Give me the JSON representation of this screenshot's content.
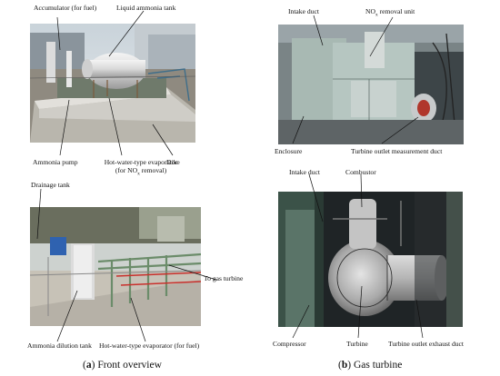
{
  "panel_a": {
    "top_labels": {
      "accumulator": "Accumulator (for fuel)",
      "liquid_ammonia_tank": "Liquid ammonia tank",
      "ammonia_pump": "Ammonia pump",
      "hot_water_evaporator_nox_line1": "Hot-water-type evaporator",
      "hot_water_evaporator_nox_line2_prefix": "(for NO",
      "hot_water_evaporator_nox_line2_sub": "x",
      "hot_water_evaporator_nox_line2_suffix": " removal)",
      "dike": "Dike"
    },
    "bottom_labels": {
      "drainage_tank": "Drainage tank",
      "to_gas_turbine": "To gas turbine",
      "ammonia_dilution_tank": "Ammonia dilution tank",
      "hot_water_evaporator_fuel": "Hot-water-type evaporator (for fuel)"
    },
    "caption_letter": "a",
    "caption_text": "Front overview"
  },
  "panel_b": {
    "top_labels": {
      "intake_duct": "Intake duct",
      "nox_removal_prefix": "NO",
      "nox_removal_sub": "x",
      "nox_removal_suffix": " removal unit",
      "enclosure": "Enclosure",
      "turbine_outlet_measurement_duct": "Turbine outlet measurement duct"
    },
    "bottom_labels": {
      "intake_duct": "Intake duct",
      "combustor": "Combustor",
      "compressor": "Compressor",
      "turbine": "Turbine",
      "turbine_outlet_exhaust_duct": "Turbine outlet exhaust duct"
    },
    "caption_letter": "b",
    "caption_text": "Gas turbine"
  }
}
